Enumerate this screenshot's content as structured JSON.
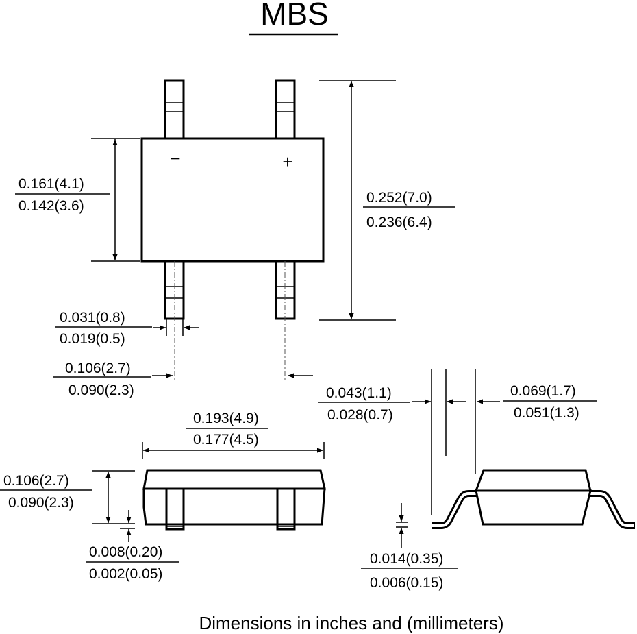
{
  "title": "MBS",
  "polarity": {
    "minus": "−",
    "plus": "+"
  },
  "dims": {
    "body_width": {
      "max": "0.161(4.1)",
      "min": "0.142(3.6)"
    },
    "overall_length": {
      "max": "0.252(7.0)",
      "min": "0.236(6.4)"
    },
    "lead_width": {
      "max": "0.031(0.8)",
      "min": "0.019(0.5)"
    },
    "lead_pitch": {
      "max": "0.106(2.7)",
      "min": "0.090(2.3)"
    },
    "body_length": {
      "max": "0.193(4.9)",
      "min": "0.177(4.5)"
    },
    "body_height": {
      "max": "0.106(2.7)",
      "min": "0.090(2.3)"
    },
    "standoff": {
      "max": "0.008(0.20)",
      "min": "0.002(0.05)"
    },
    "lead_length": {
      "max": "0.043(1.1)",
      "min": "0.028(0.7)"
    },
    "lead_span": {
      "max": "0.069(1.7)",
      "min": "0.051(1.3)"
    },
    "lead_thickness": {
      "max": "0.014(0.35)",
      "min": "0.006(0.15)"
    }
  },
  "footer": "Dimensions in inches and (millimeters)"
}
